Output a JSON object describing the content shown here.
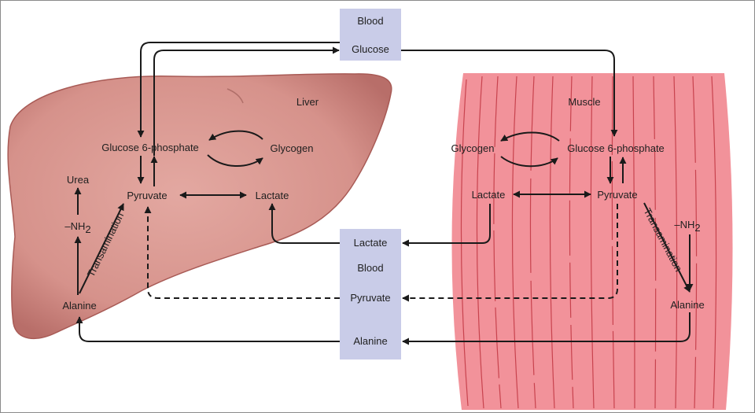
{
  "diagram": {
    "colors": {
      "liver_fill": "#d99890",
      "liver_edge": "#a85a55",
      "muscle_fill": "#f2929a",
      "muscle_fiber": "#c8434e",
      "blood_box": "#c9cce8",
      "arrow": "#1a1a1a"
    },
    "blood": {
      "top_label": "Blood",
      "glucose": "Glucose",
      "lactate": "Lactate",
      "middle_label": "Blood",
      "pyruvate": "Pyruvate",
      "alanine": "Alanine"
    },
    "liver": {
      "title": "Liver",
      "glucose6p": "Glucose 6-phosphate",
      "glycogen": "Glycogen",
      "pyruvate": "Pyruvate",
      "lactate": "Lactate",
      "urea": "Urea",
      "nh2": "–NH",
      "nh2_sub": "2",
      "alanine": "Alanine",
      "transamination": "Transamination"
    },
    "muscle": {
      "title": "Muscle",
      "glycogen": "Glycogen",
      "glucose6p": "Glucose 6-phosphate",
      "lactate": "Lactate",
      "pyruvate": "Pyruvate",
      "transamination": "Transamination",
      "nh2": "–NH",
      "nh2_sub": "2",
      "alanine": "Alanine"
    }
  }
}
